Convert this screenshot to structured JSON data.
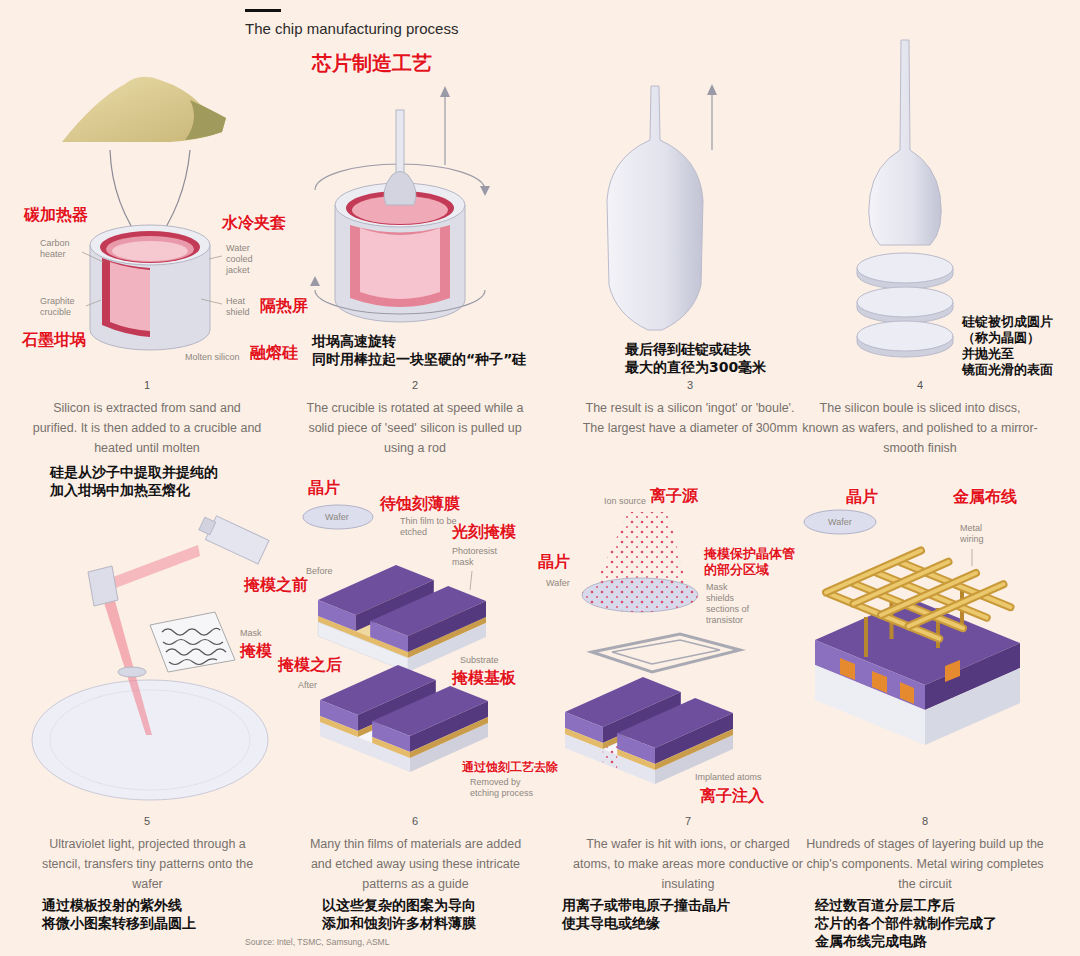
{
  "diagram": {
    "title": "The chip manufacturing process",
    "caption": "Source: Intel, TSMC, Samsung, ASML",
    "labels": [
      "芯片制造工艺",
      "碳加热器",
      "Carbon heater",
      "水冷夹套",
      "Water cooled jacket",
      "Graphite crucible",
      "Heat shield",
      "隔热屏",
      "石墨坩埚",
      "Molten silicon",
      "融熔硅",
      "1",
      "Silicon is extracted from sand and purified. It is then added to a crucible and heated until molten",
      "硅是从沙子中提取并提纯的 加入坩埚中加热至熔化",
      "坩埚高速旋转 同时用棒拉起一块坚硬的“种子”硅",
      "2",
      "The crucible is rotated at speed while a solid piece of 'seed' silicon is pulled up using a rod",
      "最后得到硅锭或硅块 最大的直径为300毫米",
      "3",
      "The result is a silicon 'ingot' or 'boule'. The largest have a diameter of 300mm",
      "硅锭被切成圆片 （称为晶圆） 并抛光至 镜面光滑的表面",
      "4",
      "The silicon boule is sliced into discs, known as wafers, and polished to a mirror-smooth finish",
      "Mask",
      "掩模",
      "5",
      "Ultraviolet light, projected through a stencil, transfers tiny patterns onto the wafer",
      "通过模板投射的紫外线 将微小图案转移到晶圆上",
      "晶片",
      "Wafer",
      "待蚀刻薄膜",
      "Thin film to be etched",
      "光刻掩模",
      "Photoresist mask",
      "Before",
      "掩模之前",
      "Substrate",
      "掩模基板",
      "掩模之后",
      "After",
      "通过蚀刻工艺去除",
      "Removed by etching process",
      "6",
      "Many thin films of materials are added and etched away using these intricate patterns as a guide",
      "以这些复杂的图案为导向 添加和蚀刻许多材料薄膜",
      "Ion source",
      "离子源",
      "晶片",
      "Wafer",
      "掩模保护晶体管 的部分区域",
      "Mask shields sections of transistor",
      "Implanted atoms",
      "离子注入",
      "7",
      "The wafer is hit with ions, or charged atoms, to make areas more conductive or insulating",
      "用离子或带电原子撞击晶片 使其导电或绝缘",
      "晶片",
      "Wafer",
      "金属布线",
      "Metal wiring",
      "8",
      "Hundreds of stages of layering build up the chip's components. Metal wiring completes the circuit",
      "经过数百道分层工序后 芯片的各个部件就制作完成了 金属布线完成电路"
    ]
  }
}
